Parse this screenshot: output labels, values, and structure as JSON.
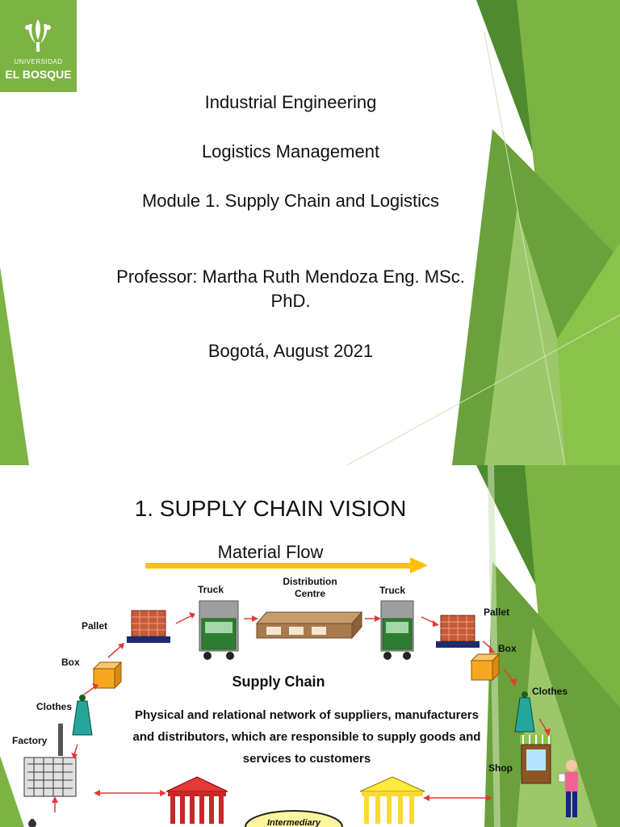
{
  "slide1": {
    "logo": {
      "line1": "UNIVERSIDAD",
      "line2": "EL BOSQUE"
    },
    "lines": [
      "Industrial Engineering",
      "Logistics Management",
      "Module 1. Supply Chain and Logistics",
      "Professor: Martha Ruth Mendoza Eng. MSc.",
      "PhD.",
      "Bogotá, August 2021"
    ]
  },
  "slide2": {
    "title": "1. SUPPLY CHAIN VISION",
    "material_flow": "Material Flow",
    "labels": {
      "truck_left": "Truck",
      "distribution_line1": "Distribution",
      "distribution_line2": "Centre",
      "truck_right": "Truck",
      "pallet_left": "Pallet",
      "pallet_right": "Pallet",
      "box_left": "Box",
      "box_right": "Box",
      "clothes_left": "Clothes",
      "clothes_right": "Clothes",
      "factory": "Factory",
      "shop": "Shop",
      "intermediary": "Intermediary"
    },
    "supply_chain_title": "Supply Chain",
    "definition_lines": [
      "Physical and relational network of suppliers, manufacturers",
      "and distributors, which are responsible to supply goods and",
      "services to customers"
    ]
  },
  "colors": {
    "brand_green": "#7cb342",
    "dark_green": "#4e8a2e",
    "arrow_yellow": "#ffc107",
    "arrow_red": "#e53935"
  }
}
